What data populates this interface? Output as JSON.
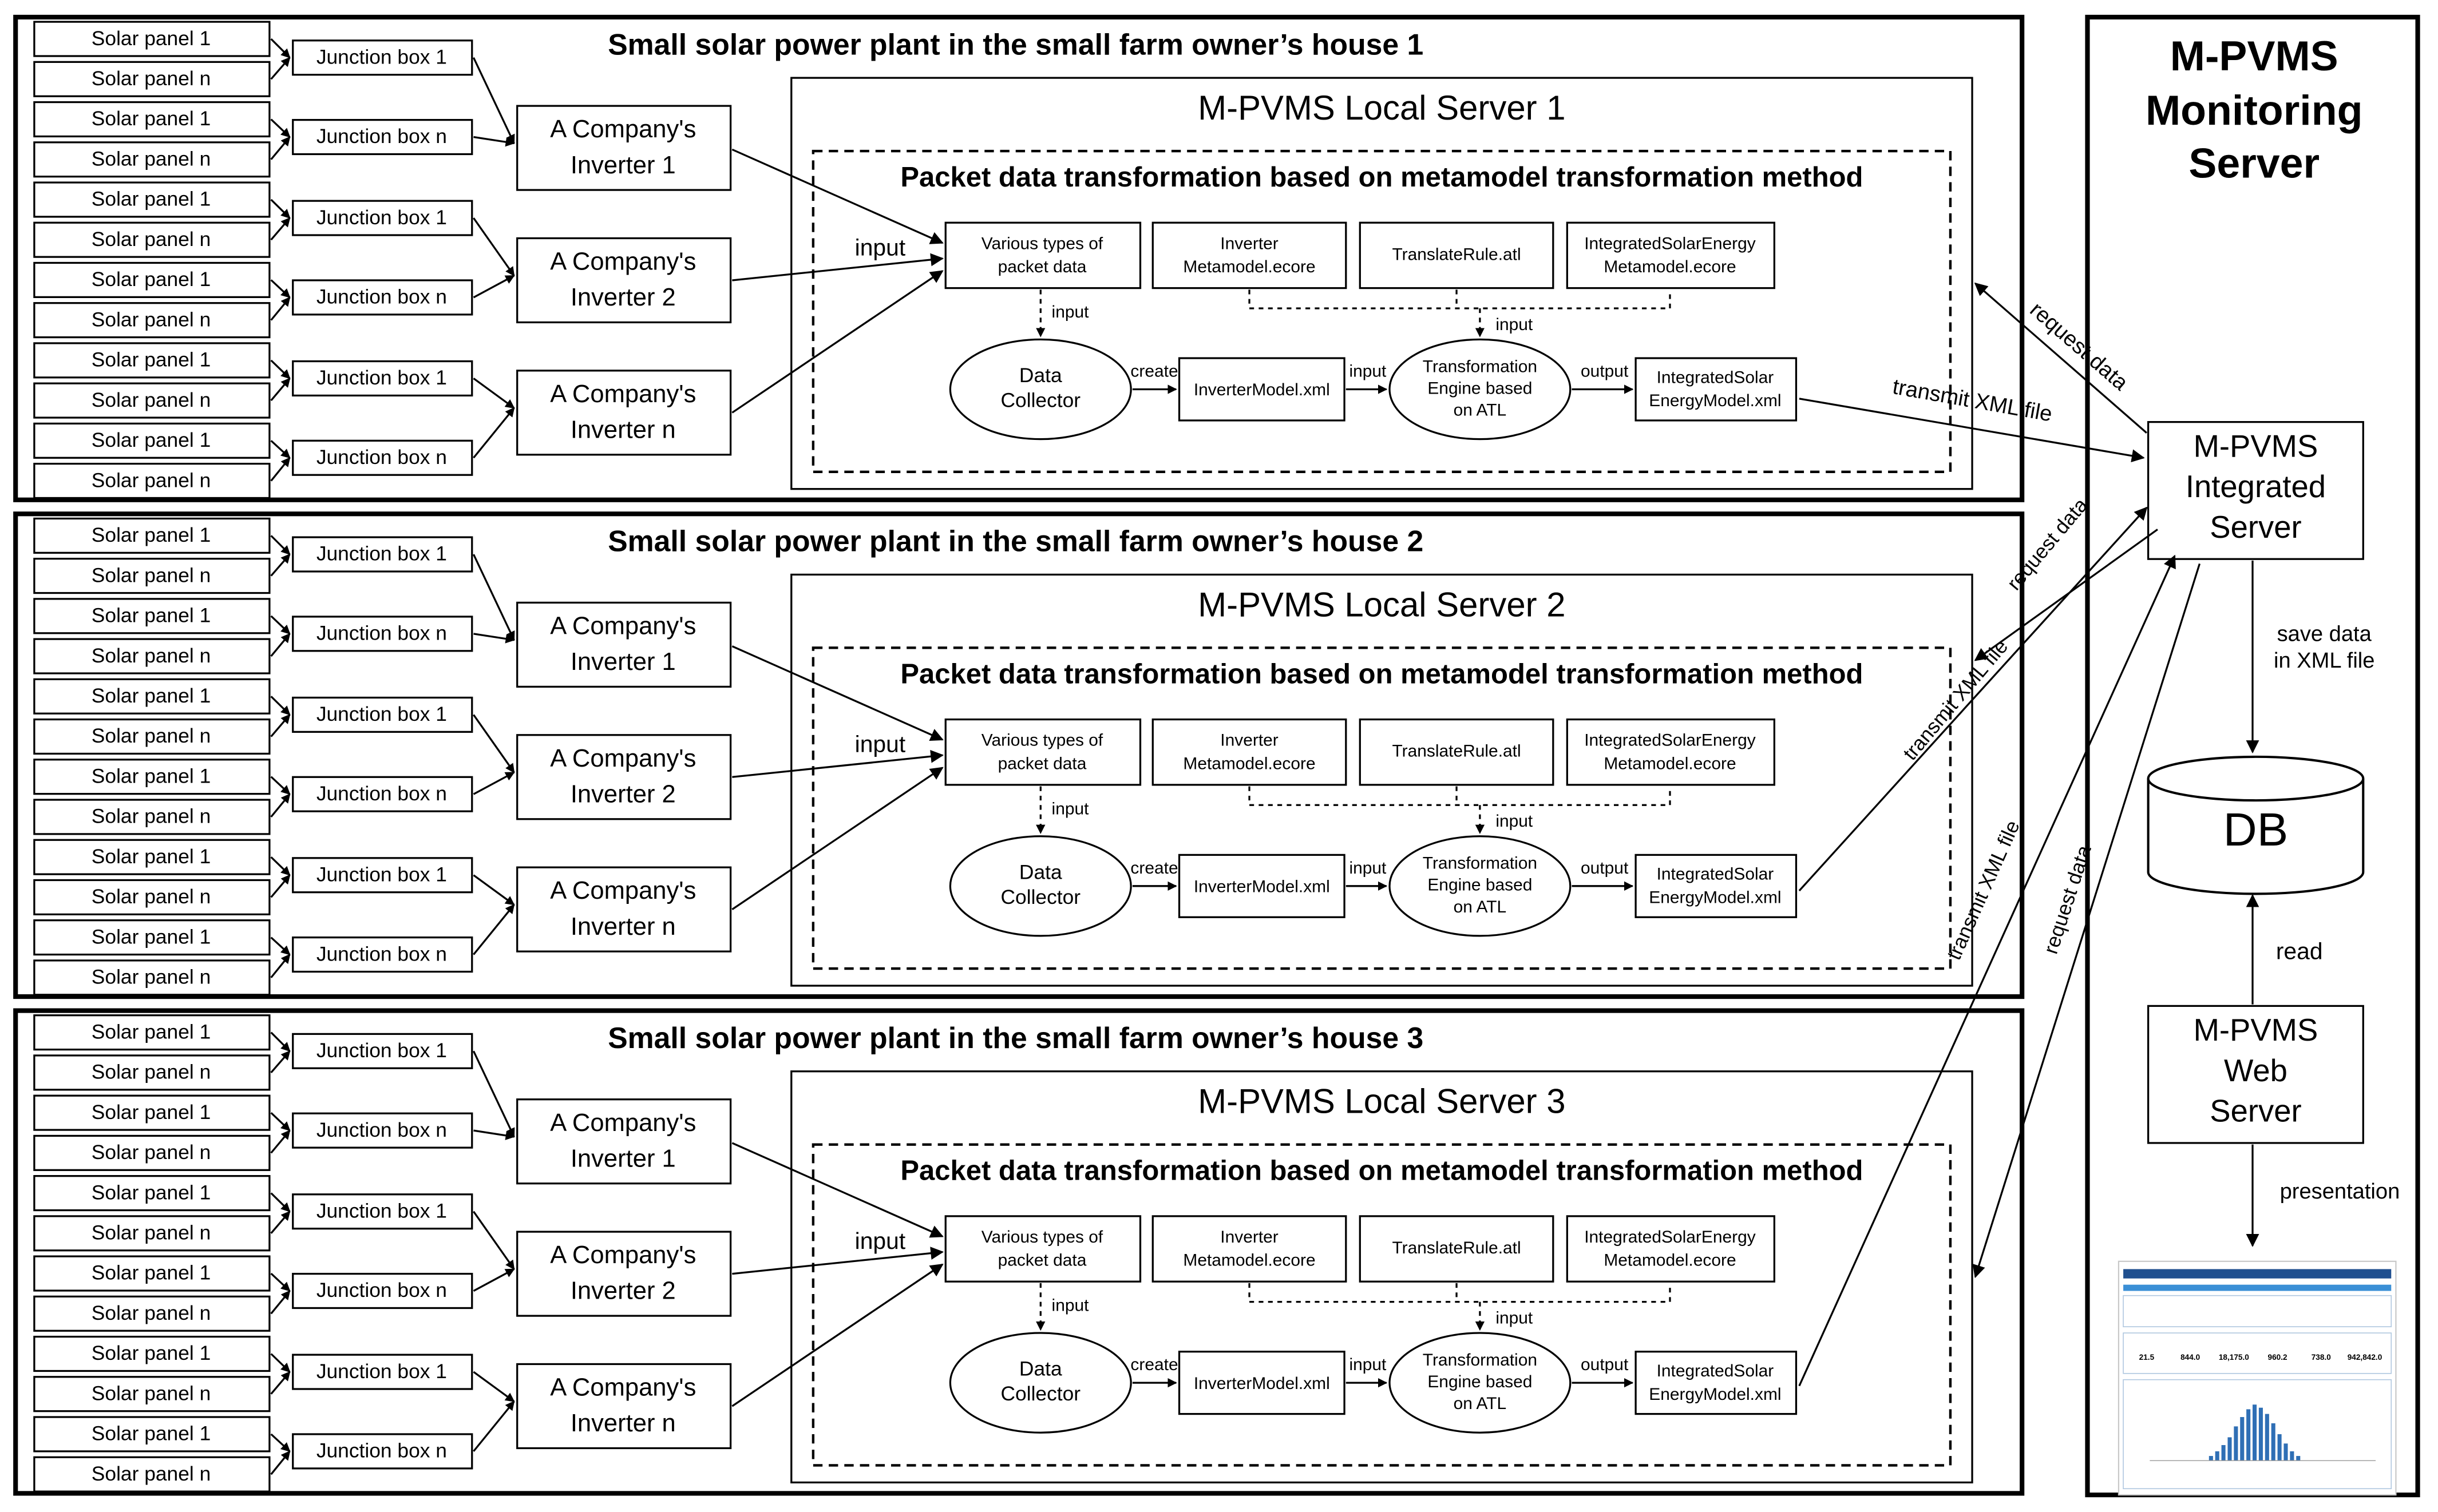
{
  "houses": [
    {
      "title": "Small solar power plant in the small farm owner’s house 1",
      "server": "M-PVMS Local Server 1"
    },
    {
      "title": "Small solar power plant in the small farm owner’s  house 2",
      "server": "M-PVMS Local Server 2"
    },
    {
      "title": "Small solar power plant in the small farm owner’s house 3",
      "server": "M-PVMS Local Server 3"
    }
  ],
  "labels": {
    "panel_1": "Solar panel 1",
    "panel_n": "Solar panel n",
    "jbox_1": "Junction box 1",
    "jbox_n": "Junction box n",
    "inverter_line1": "A Company's",
    "inverters": [
      "Inverter 1",
      "Inverter 2",
      "Inverter n"
    ],
    "packet_title": "Packet data transformation based on metamodel transformation method",
    "various": [
      "Various types of",
      "packet data"
    ],
    "inverter_meta": [
      "Inverter",
      "Metamodel.ecore"
    ],
    "translate_rule": "TranslateRule.atl",
    "integrated_meta": [
      "IntegratedSolarEnergy",
      "Metamodel.ecore"
    ],
    "data_collector": [
      "Data",
      "Collector"
    ],
    "inverter_model": "InverterModel.xml",
    "engine": [
      "Transformation",
      "Engine based",
      "on ATL"
    ],
    "integrated_model": [
      "IntegratedSolar",
      "EnergyModel.xml"
    ],
    "input": "input",
    "create": "create",
    "output": "output"
  },
  "monitoring": {
    "title": [
      "M-PVMS",
      "Monitoring",
      "Server"
    ],
    "integrated": [
      "M-PVMS",
      "Integrated",
      "Server"
    ],
    "db": "DB",
    "web": [
      "M-PVMS",
      "Web",
      "Server"
    ],
    "save_data": [
      "save data",
      "in XML file"
    ],
    "read": "read",
    "presentation": "presentation"
  },
  "edges": {
    "request_data": "request data",
    "transmit_xml": "transmit XML file"
  },
  "dashboard_values": [
    "21.5",
    "844.0",
    "18,175.0",
    "960.2",
    "738.0",
    "942,842.0"
  ]
}
